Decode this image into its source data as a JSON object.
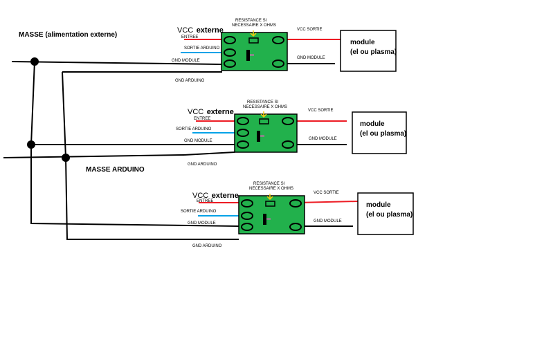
{
  "labels": {
    "masse_externe": "MASSE  (alimentation externe)",
    "masse_arduino": "MASSE ARDUINO"
  },
  "modules": [
    {
      "vcc_prefix": "VCC",
      "vcc_bold": "externe",
      "entree": "ENTREE",
      "resistance_line1": "RESISTANCE SI",
      "resistance_line2": "NECESSAIRE X OHMS",
      "vcc_sortie": "VCC SORTIE",
      "sortie_arduino": "SORTIE ARDUINO",
      "gnd_module_left": "GND MODULE",
      "gnd_module_right": "GND MODULE",
      "gnd_arduino": "GND ARDUINO",
      "module_line1": "module",
      "module_line2": "(el ou plasma)"
    },
    {
      "vcc_prefix": "VCC",
      "vcc_bold": "externe",
      "entree": "ENTREE",
      "resistance_line1": "RESISTANCE SI",
      "resistance_line2": "NECESSAIRE X OHMS",
      "vcc_sortie": "VCC SORTIE",
      "sortie_arduino": "SORTIE ARDUINO",
      "gnd_module_left": "GND MODULE",
      "gnd_module_right": "GND MODULE",
      "gnd_arduino": "GND ARDUINO",
      "module_line1": "module",
      "module_line2": "(el ou plasma)"
    },
    {
      "vcc_prefix": "VCC",
      "vcc_bold": "externe",
      "entree": "ENTREE",
      "resistance_line1": "RESISTANCE SI",
      "resistance_line2": "NECESSAIRE X OHMS",
      "vcc_sortie": "VCC SORTIE",
      "sortie_arduino": "SORTIE ARDUINO",
      "gnd_module_left": "GND MODULE",
      "gnd_module_right": "GND MODULE",
      "gnd_arduino": "GND ARDUINO",
      "module_line1": "module",
      "module_line2": "(el ou plasma)"
    }
  ],
  "colors": {
    "board": "#22b14c",
    "vcc_wire": "#ed1c24",
    "signal_wire": "#00a2e8",
    "resistor_arrow": "#ffc90e",
    "ground_wire": "#000000"
  }
}
